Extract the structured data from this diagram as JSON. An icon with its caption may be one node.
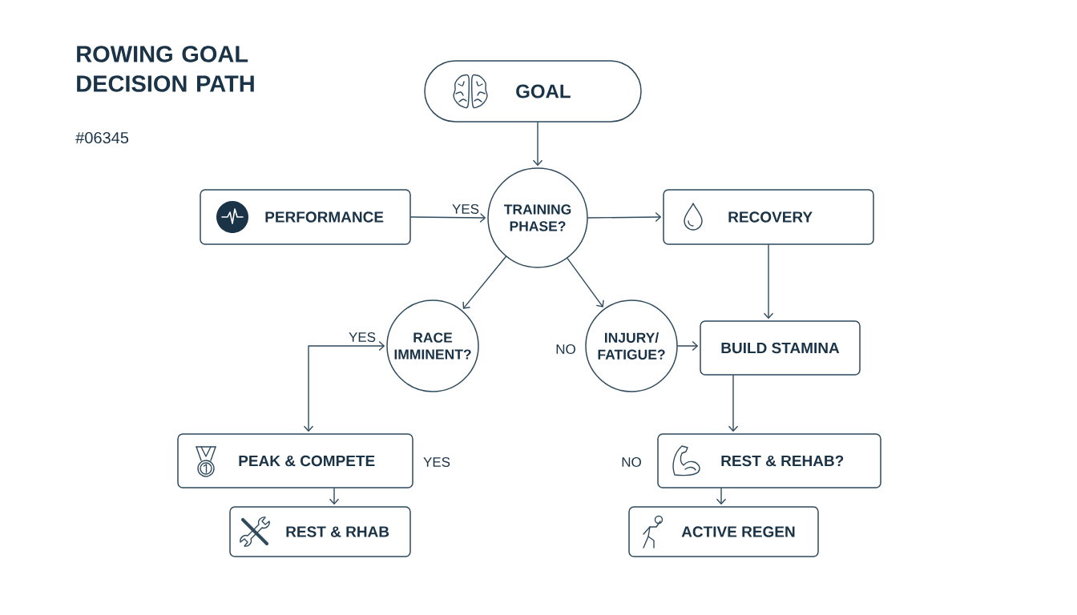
{
  "diagram": {
    "title": "ROWING GOAL DECISION PATH",
    "nodes": [
      {
        "text": [
          "GOAL"
        ]
      },
      {
        "text": [
          "PERFORMANCE"
        ]
      },
      {
        "text": [
          "TRAINING PHASE?"
        ]
      },
      {
        "text": [
          "RECOVERY"
        ]
      },
      {
        "text": [
          "RACE IMMINENT?"
        ]
      },
      {
        "text": [
          "INJURY/ FATIGUE?"
        ]
      },
      {
        "text": [
          "BUILD STAMINA"
        ]
      },
      {
        "text": [
          "PEAK & COMPETE"
        ]
      },
      {
        "text": [
          "REST & REHAB?"
        ]
      },
      {
        "text": [
          "REST & RHAB"
        ]
      },
      {
        "text": [
          "ACTIVE REGEN"
        ]
      }
    ],
    "edges": [
      {
        "from": 0,
        "to": 2,
        "arrow": "to"
      },
      {
        "from": 1,
        "to": 2,
        "arrow": "to",
        "label": "YES"
      },
      {
        "from": 2,
        "to": 3,
        "arrow": "to"
      },
      {
        "from": 2,
        "to": 4,
        "arrow": "to"
      },
      {
        "from": 2,
        "to": 5,
        "arrow": "to"
      },
      {
        "from": 3,
        "to": 6,
        "arrow": "to"
      },
      {
        "from": 5,
        "to": 6,
        "arrow": "to"
      },
      {
        "from": 6,
        "to": 8,
        "arrow": "to"
      },
      {
        "from": 7,
        "to": 9,
        "arrow": "to"
      },
      {
        "from": 8,
        "to": 10,
        "arrow": "to"
      },
      {
        "from": 4,
        "to": 7,
        "arrow": "both",
        "label": "YES"
      }
    ],
    "labels": [
      "#06345",
      "NO",
      "YES",
      "NO"
    ]
  }
}
